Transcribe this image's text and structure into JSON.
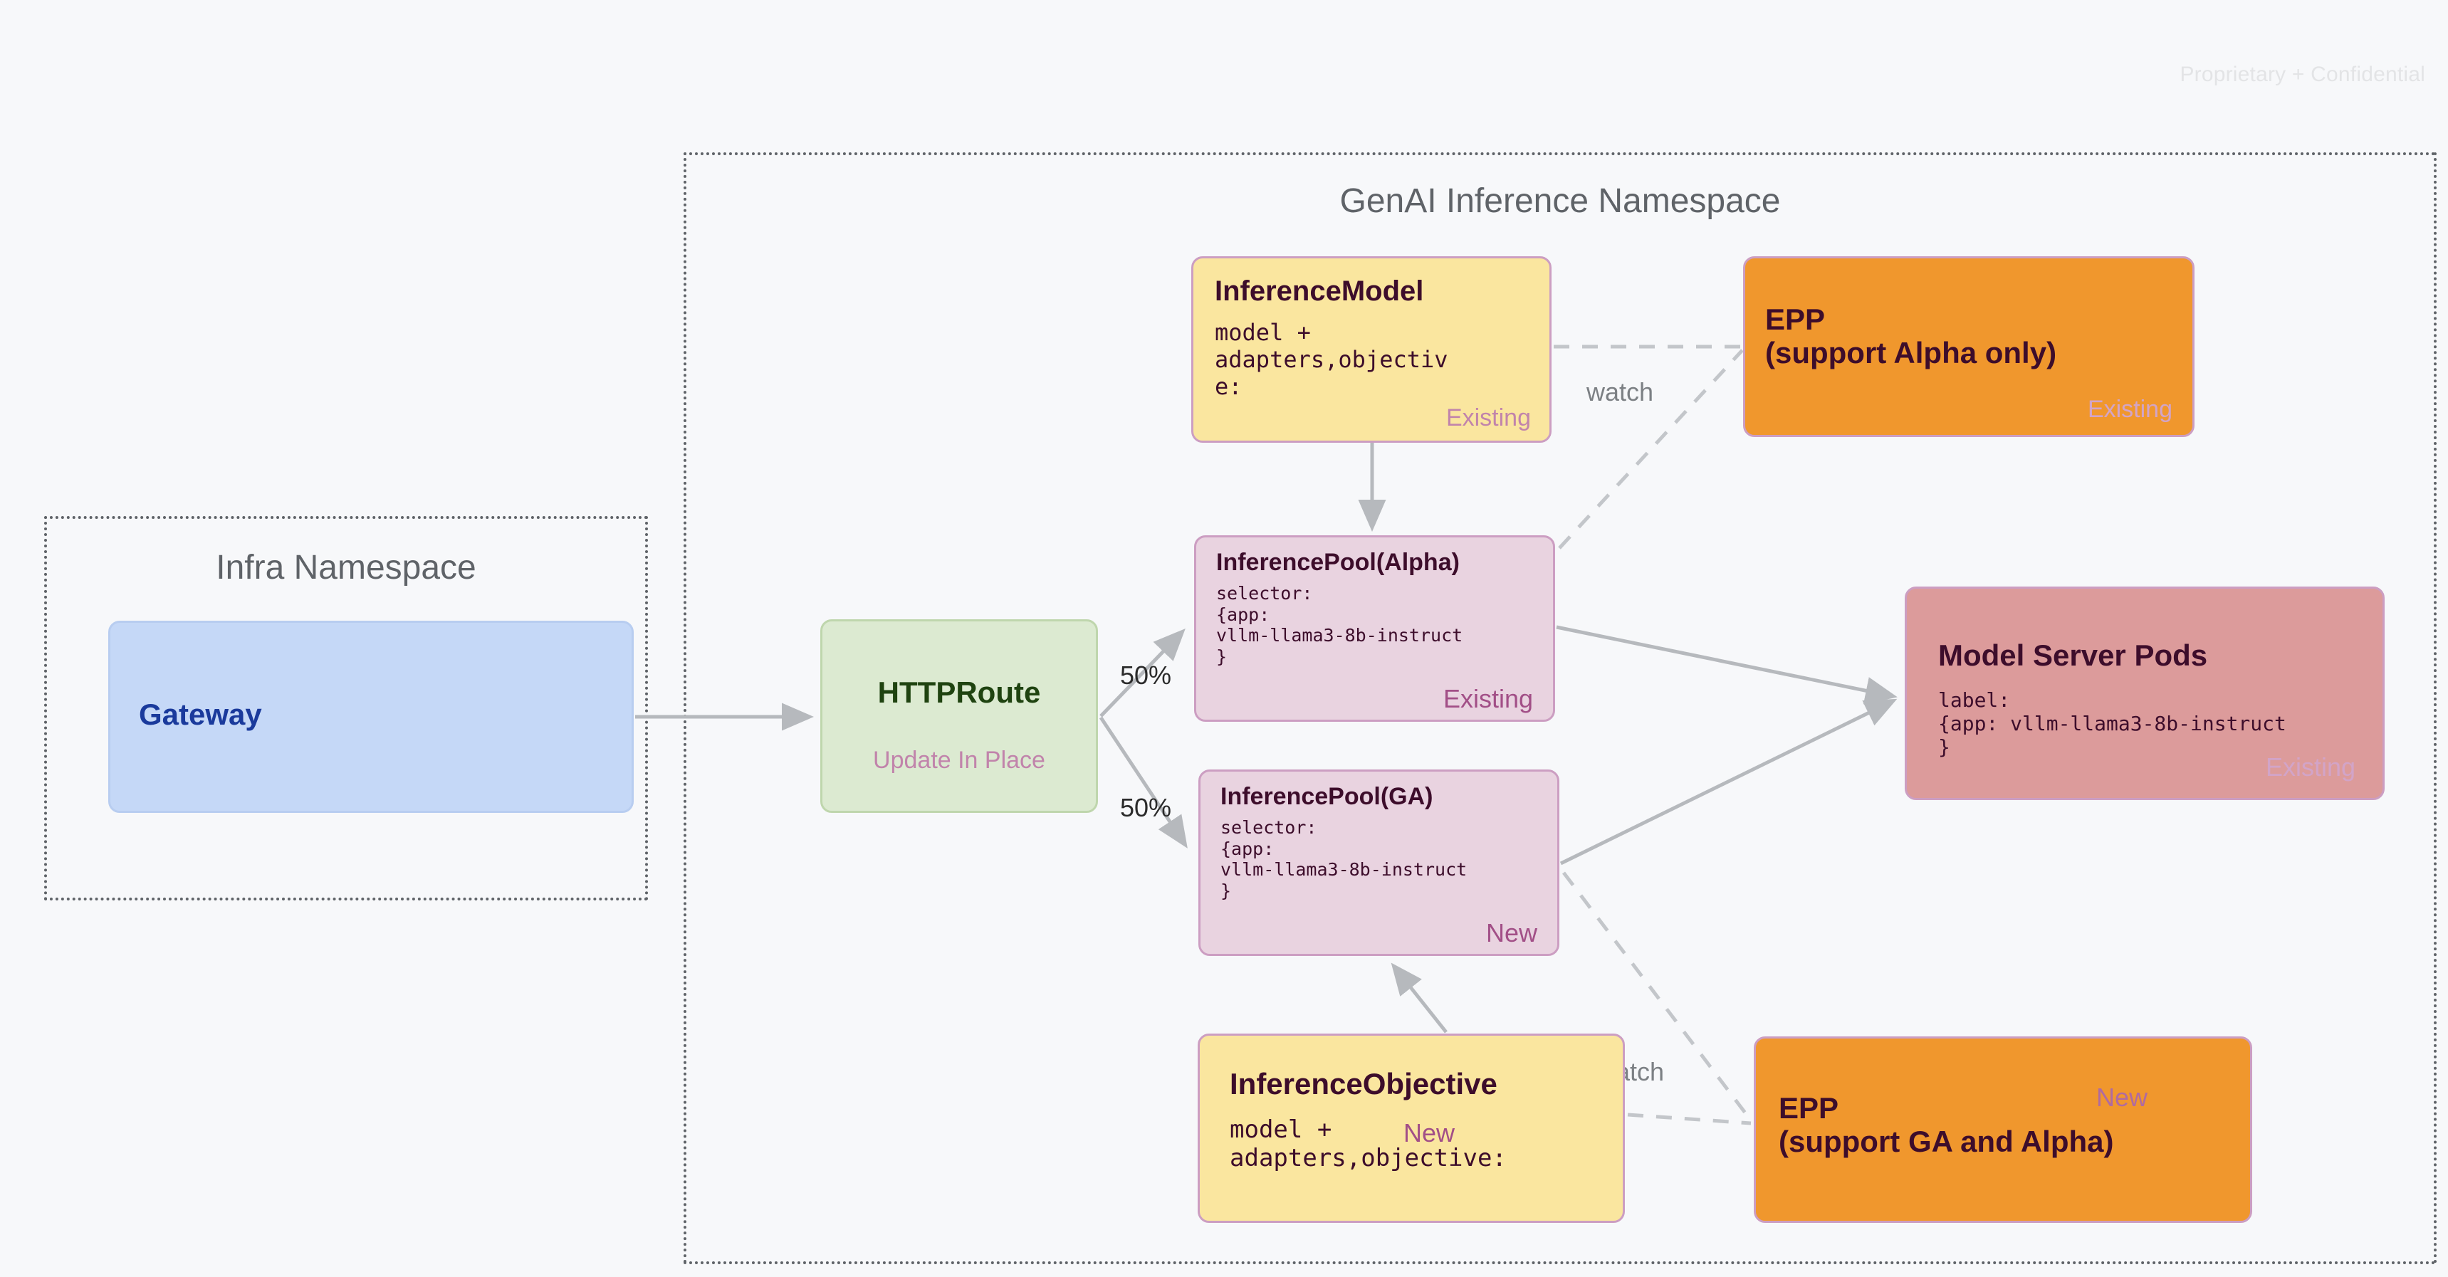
{
  "page": {
    "confidential_notice": "Proprietary + Confidential"
  },
  "namespaces": [
    {
      "id": "infra",
      "title": "Infra Namespace"
    },
    {
      "id": "genai",
      "title": "GenAI Inference Namespace"
    }
  ],
  "nodes": {
    "gateway": {
      "title": "Gateway"
    },
    "httproute": {
      "title": "HTTPRoute",
      "status": "Update In Place"
    },
    "inference_model": {
      "title": "InferenceModel",
      "spec": "model +\nadapters,objectiv\ne:",
      "status": "Existing"
    },
    "epp_alpha": {
      "title": "EPP\n(support Alpha only)",
      "status": "Existing"
    },
    "pool_alpha": {
      "title": "InferencePool(Alpha)",
      "spec": "selector:\n{app:\nvllm-llama3-8b-instruct\n}",
      "status": "Existing"
    },
    "pool_ga": {
      "title": "InferencePool(GA)",
      "spec": "selector:\n{app:\nvllm-llama3-8b-instruct\n}",
      "status": "New"
    },
    "model_server_pods": {
      "title": "Model Server Pods",
      "spec": "label:\n{app: vllm-llama3-8b-instruct\n}",
      "status": "Existing"
    },
    "inference_objective": {
      "title": "InferenceObjective",
      "spec": "model +\nadapters,objective:",
      "status": "New"
    },
    "epp_ga": {
      "title": "EPP\n(support GA and Alpha)",
      "status": "New"
    }
  },
  "edges": {
    "split_top_label": "50%",
    "split_bottom_label": "50%",
    "watch_top_label": "watch",
    "watch_bottom_label": "watch"
  },
  "colors": {
    "background": "#f7f8fa",
    "gateway_fill": "#c5d8f7",
    "gateway_text": "#1a3a9c",
    "httproute_fill": "#dcead1",
    "httproute_text": "#1f4310",
    "model_fill": "#fae69f",
    "pool_fill": "#e9d3e0",
    "epp_fill": "#f0972d",
    "pods_fill": "#dc9b9b",
    "node_border": "#cc9ec2",
    "status_text": "#c184ab",
    "dark_text": "#3d0d2b",
    "namespace_border": "#5f6368",
    "edge_line": "#b6b9bd"
  }
}
